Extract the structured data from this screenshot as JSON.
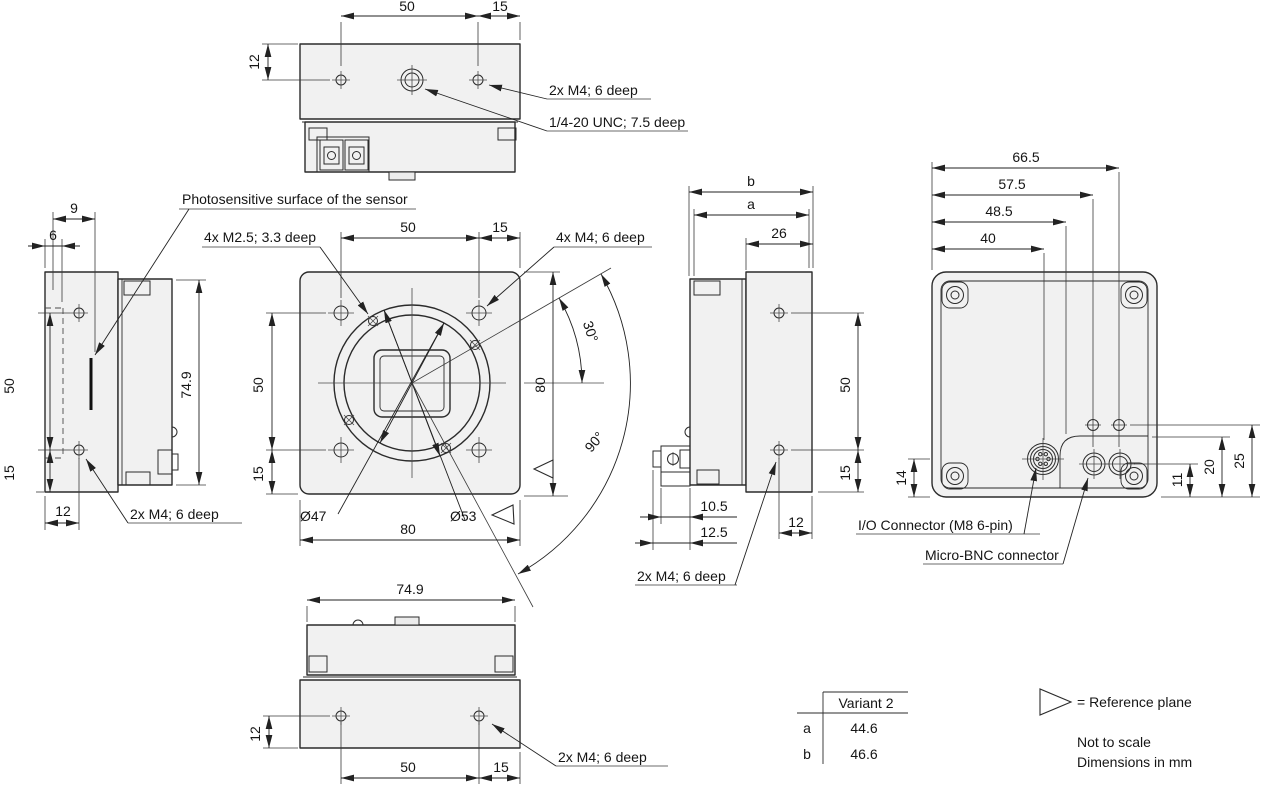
{
  "colors": {
    "line": "#2b2b2b",
    "part_fill": "#f1f1f1",
    "background": "#ffffff"
  },
  "labels": {
    "photosensitive": "Photosensitive surface of the sensor",
    "m25_4x": "4x M2.5; 3.3 deep",
    "m4_4x": "4x M4; 6 deep",
    "m4_2x": "2x M4; 6 deep",
    "unc": "1/4-20 UNC; 7.5 deep",
    "io_connector": "I/O Connector (M8 6-pin)",
    "micro_bnc": "Micro-BNC connector"
  },
  "dims": {
    "top": {
      "w50": "50",
      "w15": "15",
      "h12": "12"
    },
    "left": {
      "d9": "9",
      "d6": "6",
      "h50": "50",
      "h15": "15",
      "w12": "12",
      "h749": "74.9"
    },
    "front": {
      "w50": "50",
      "w15": "15",
      "hv50": "50",
      "hv15": "15",
      "h80": "80",
      "w80": "80",
      "d47": "Ø47",
      "d53": "Ø53",
      "a30": "30°",
      "a90": "90°"
    },
    "right": {
      "b": "b",
      "a": "a",
      "w26": "26",
      "h50": "50",
      "h15": "15",
      "w105": "10.5",
      "w125": "12.5",
      "w12": "12"
    },
    "back": {
      "w665": "66.5",
      "w575": "57.5",
      "w485": "48.5",
      "w40": "40",
      "h14": "14",
      "h11": "11",
      "h20": "20",
      "h25": "25"
    },
    "bottom": {
      "w749": "74.9",
      "h12": "12",
      "w50": "50",
      "w15": "15"
    }
  },
  "table": {
    "header": "Variant 2",
    "rows": [
      {
        "key": "a",
        "value": "44.6"
      },
      {
        "key": "b",
        "value": "46.6"
      }
    ]
  },
  "legend": {
    "reference_plane": "= Reference plane",
    "note_scale": "Not to scale",
    "note_units": "Dimensions in mm"
  }
}
